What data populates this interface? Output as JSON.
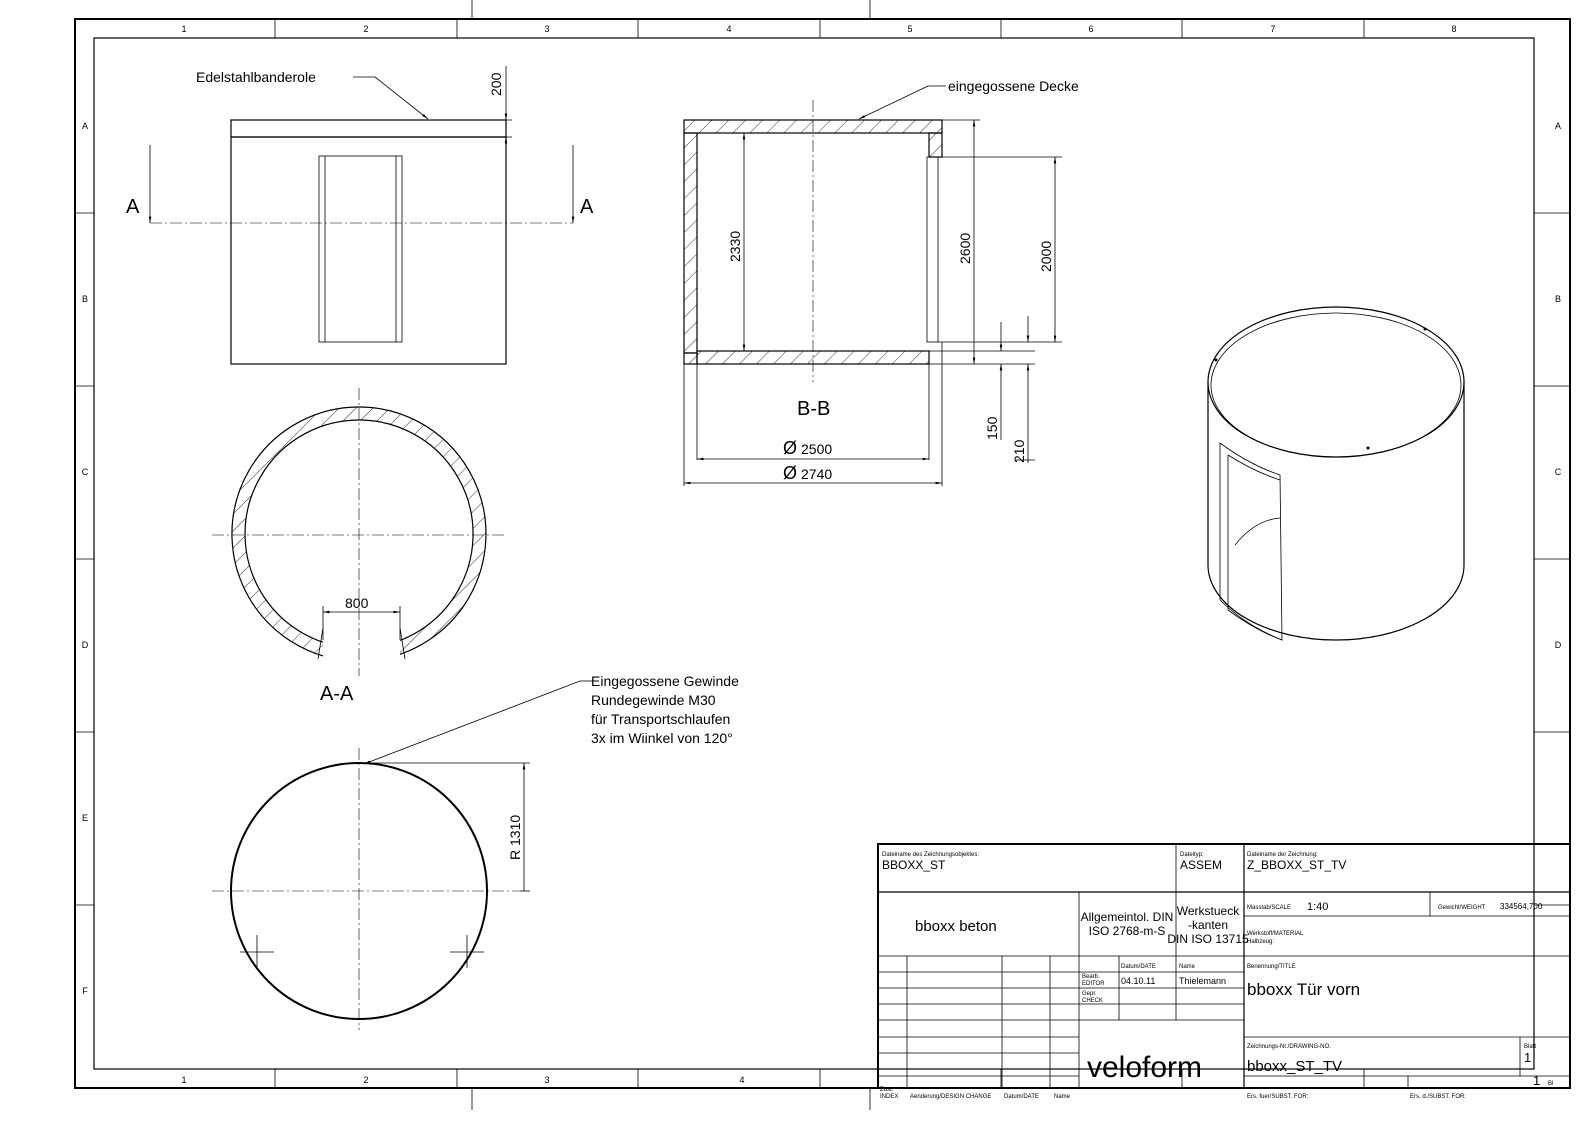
{
  "frame": {
    "columns": [
      "1",
      "2",
      "3",
      "4",
      "5",
      "6",
      "7",
      "8"
    ],
    "bottom_columns": [
      "1",
      "2",
      "3",
      "4"
    ],
    "rows": [
      "A",
      "B",
      "C",
      "D",
      "E",
      "F"
    ]
  },
  "annotations": {
    "banderole": "Edelstahlbanderole",
    "decke": "eingegossene Decke",
    "section_a_left": "A",
    "section_a_right": "A",
    "view_bb": "B-B",
    "view_aa": "A-A",
    "gewinde": [
      "Eingegossene Gewinde",
      "Rundegewinde M30",
      "für Transportschlaufen",
      "3x im Wiinkel von 120°"
    ]
  },
  "dimensions": {
    "d200": "200",
    "d2330": "2330",
    "d2600": "2600",
    "d2000": "2000",
    "d150": "150",
    "d210": "210",
    "d2500": "2500",
    "d2740": "2740",
    "d800": "800",
    "r1310": "R 1310"
  },
  "title_block": {
    "file_object_label": "Dateiname des Zeichnungsobjektes:",
    "file_object_value": "BBOXX_ST",
    "filetype_label": "Dateityp:",
    "filetype_value": "ASSEM",
    "drawing_file_label": "Dateiname der Zeichnung:",
    "drawing_file_value": "Z_BBOXX_ST_TV",
    "material_name": "bboxx beton",
    "tolerance": [
      "Allgemeintol. DIN",
      "ISO 2768-m-S"
    ],
    "edges": [
      "Werkstueck",
      "-kanten",
      "DIN ISO 13715"
    ],
    "scale_label": "Masstab/SCALE",
    "scale_value": "1:40",
    "weight_label": "Gewicht/WEIGHT",
    "weight_value": "334564,700",
    "material_label": "Werkstoff/MATERIAL",
    "halbzeug_label": "Halbzeug:",
    "date_header": "Datum/DATE",
    "name_header": "Name",
    "editor_label": [
      "Bearb.",
      "EDITOR"
    ],
    "check_label": [
      "Gepr.",
      "CHECK"
    ],
    "editor_date": "04.10.11",
    "editor_name": "Thielemann",
    "title_label": "Benennung/TITLE",
    "title_value": "bboxx Tür vorn",
    "drawing_no_label": "Zeichnungs-Nr./DRAWING-NO.",
    "drawing_no_value": "bboxx_ST_TV",
    "sheet_label": "Blatt",
    "sheet_value": "1",
    "sheet_total": "1",
    "sheet_suffix": "Bl",
    "logo": "veloform",
    "zust": [
      "Zust.",
      "INDEX"
    ],
    "change_label": "Aenderung/DESIGN CHANGE",
    "change_date_label": "Datum/DATE",
    "change_name_label": "Name",
    "ers_fuer": "Ers. fuer/SUBST. FOR:",
    "ers_durch": "Ers. d./SUBST. FOR:"
  }
}
